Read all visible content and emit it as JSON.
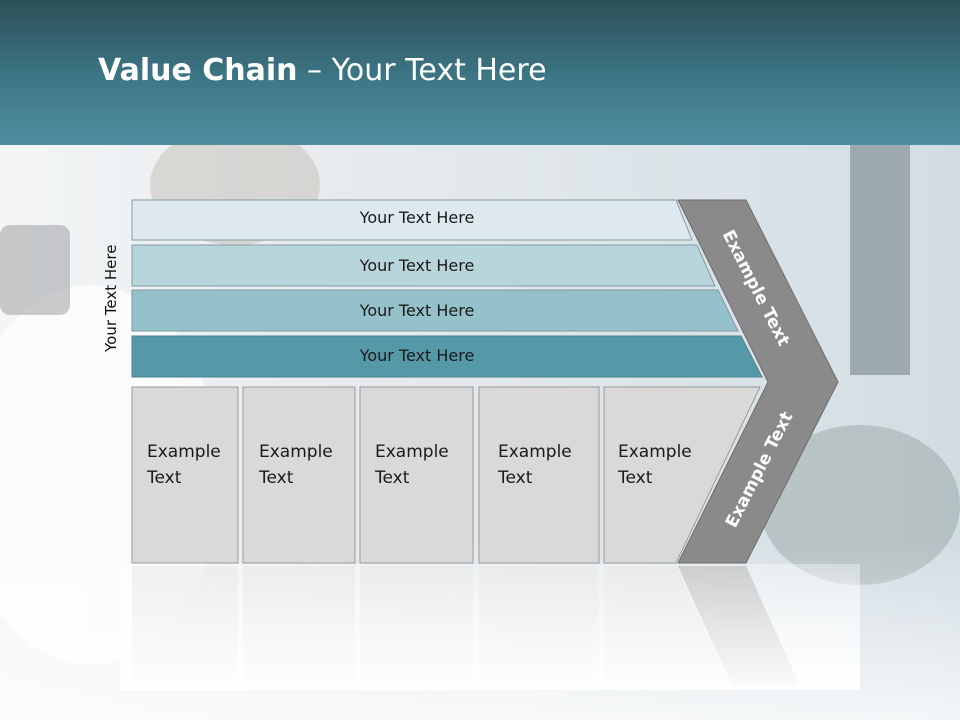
{
  "slide": {
    "title_bold": "Value Chain",
    "title_rest": " – Your Text Here"
  },
  "side_label": "Your Text Here",
  "rows": [
    {
      "label": "Your Text Here",
      "color": "#dde9ee"
    },
    {
      "label": "Your Text Here",
      "color": "#b9d5dc"
    },
    {
      "label": "Your Text Here",
      "color": "#95c1cb"
    },
    {
      "label": "Your Text Here",
      "color": "#5599a9"
    }
  ],
  "cells": [
    {
      "line1": "Example",
      "line2": "Text"
    },
    {
      "line1": "Example",
      "line2": "Text"
    },
    {
      "line1": "Example",
      "line2": "Text"
    },
    {
      "line1": "Example",
      "line2": "Text"
    },
    {
      "line1": "Example",
      "line2": "Text"
    }
  ],
  "chevron": {
    "top_text": "Example Text",
    "bottom_text": "Example Text",
    "color": "#8a8a8a"
  },
  "colors": {
    "cell_fill": "#d9d9d9",
    "header_dark": "#2c4f58",
    "header_light": "#4f8fa0"
  }
}
